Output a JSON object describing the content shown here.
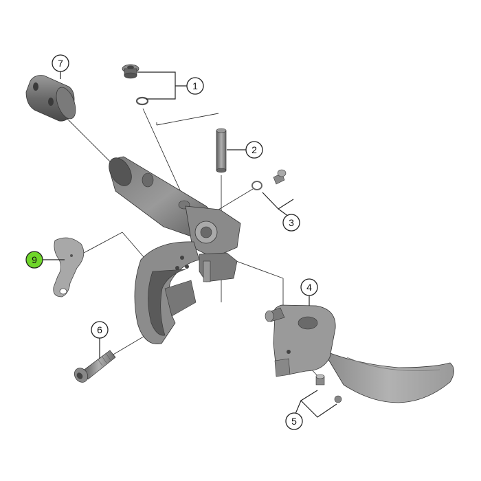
{
  "diagram": {
    "callouts": [
      {
        "id": "1",
        "label": "1",
        "highlighted": false
      },
      {
        "id": "2",
        "label": "2",
        "highlighted": false
      },
      {
        "id": "3",
        "label": "3",
        "highlighted": false
      },
      {
        "id": "4",
        "label": "4",
        "highlighted": false
      },
      {
        "id": "5",
        "label": "5",
        "highlighted": false
      },
      {
        "id": "6",
        "label": "6",
        "highlighted": false
      },
      {
        "id": "7",
        "label": "7",
        "highlighted": false
      },
      {
        "id": "9",
        "label": "9",
        "highlighted": true
      }
    ],
    "colors": {
      "highlight": "#6fd62a",
      "part_light": "#b8b8b8",
      "part_mid": "#8f8f8f",
      "part_dark": "#5e5e5e",
      "line": "#222222"
    }
  }
}
